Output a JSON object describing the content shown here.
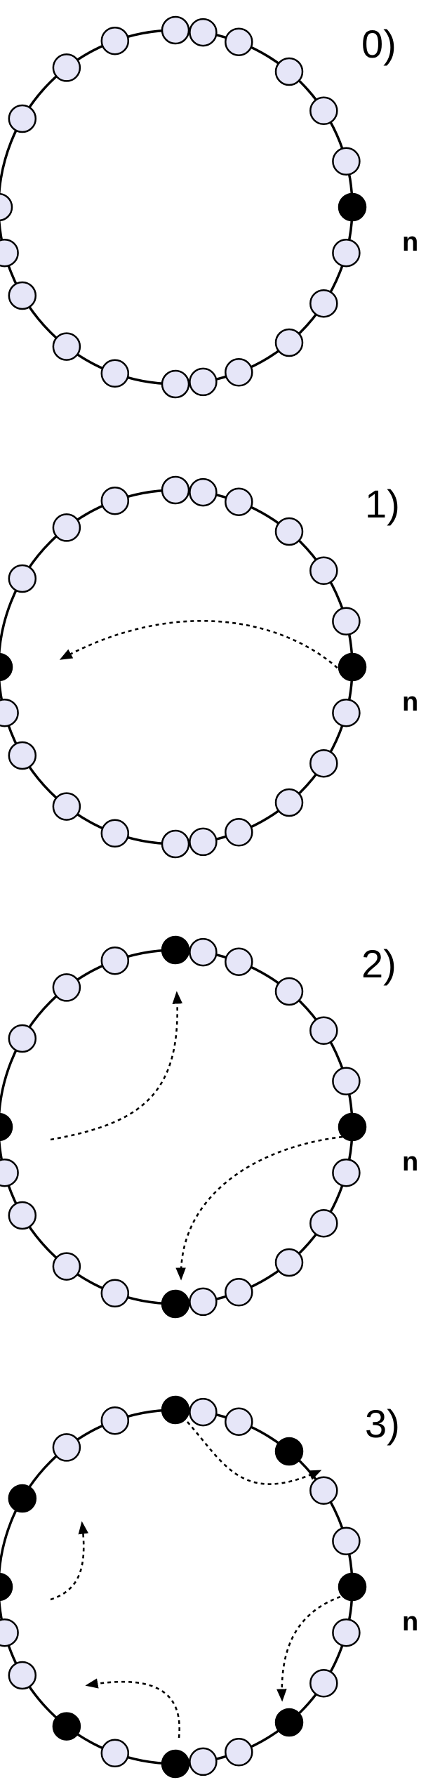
{
  "panels": [
    {
      "step_label": "0)",
      "node_label": "n"
    },
    {
      "step_label": "1)",
      "node_label": "n"
    },
    {
      "step_label": "2)",
      "node_label": "n"
    },
    {
      "step_label": "3)",
      "node_label": "n"
    }
  ],
  "colors": {
    "empty_node": "#e6e6f8",
    "filled_node": "#000000",
    "ring": "#000000"
  }
}
